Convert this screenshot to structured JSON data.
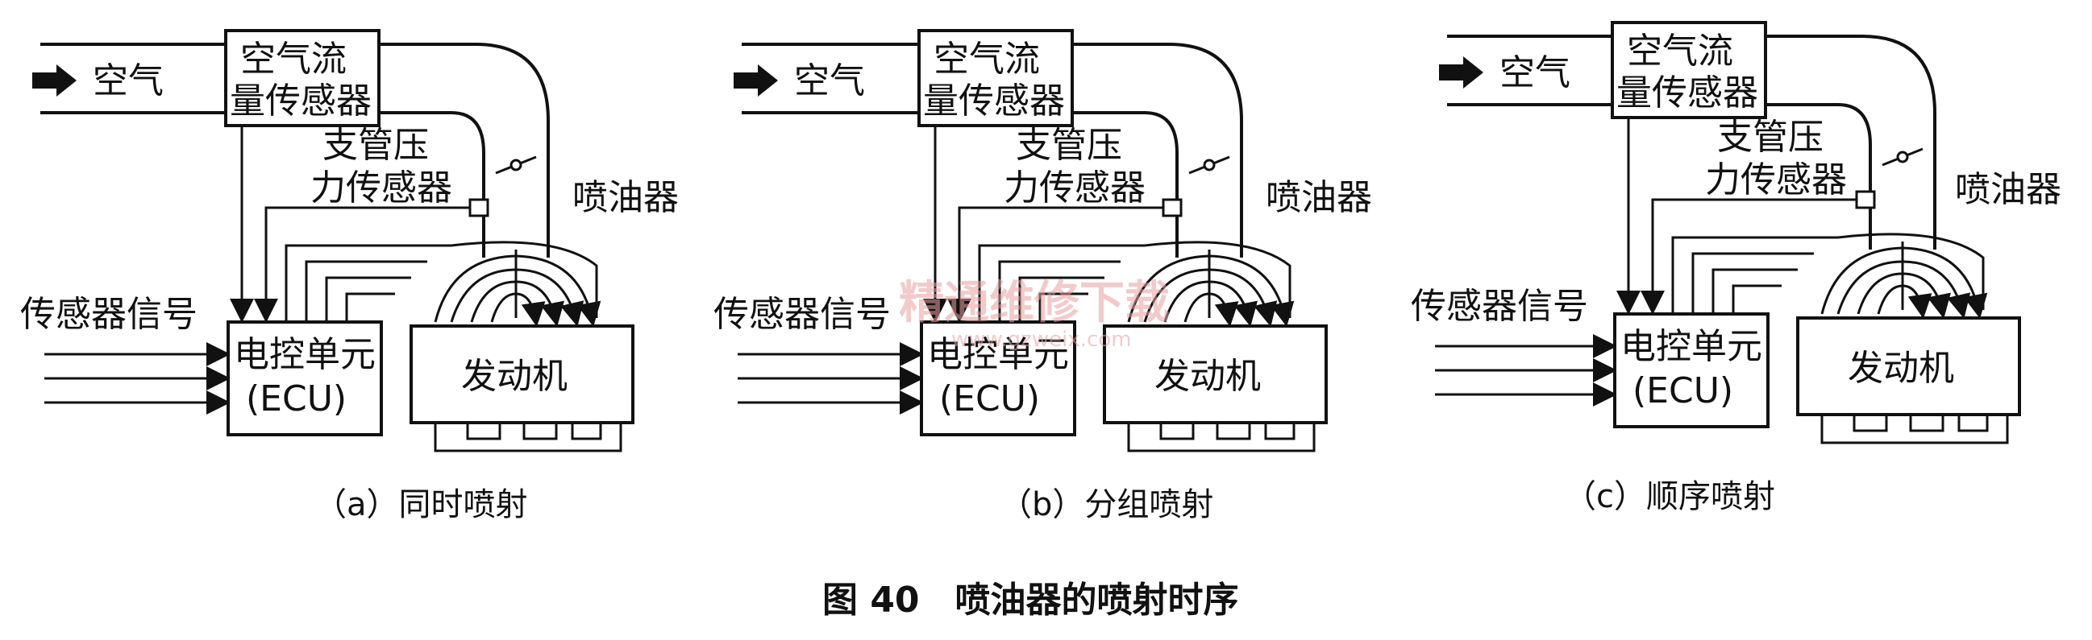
{
  "common": {
    "air": "空气",
    "afm_line1": "空气流",
    "afm_line2": "量传感器",
    "map_line1": "支管压",
    "map_line2": "力传感器",
    "injector": "喷油器",
    "sensor_signal": "传感器信号",
    "ecu_line1": "电控单元",
    "ecu_line2": "(ECU)",
    "engine": "发动机"
  },
  "panels": [
    {
      "caption": "（a）同时喷射"
    },
    {
      "caption": "（b）分组喷射"
    },
    {
      "caption": "（c）顺序喷射"
    }
  ],
  "figure_title": "图 40　喷油器的喷射时序",
  "watermark": {
    "main": "精通维修下载",
    "sub": "www.gzweix.com"
  }
}
